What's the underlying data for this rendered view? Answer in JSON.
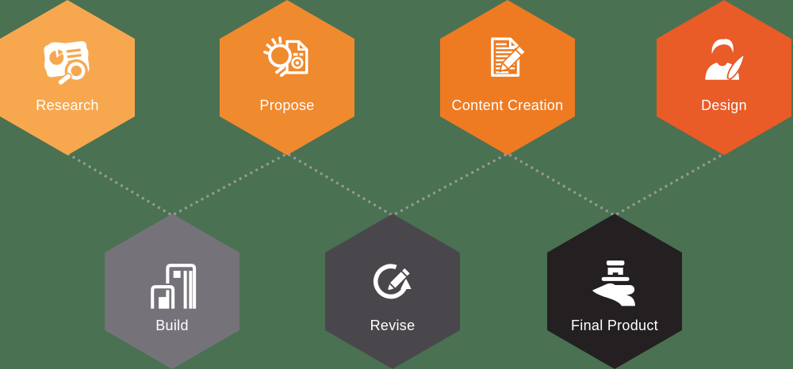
{
  "background_color": "#4a7152",
  "label_color": "#ffffff",
  "connector": {
    "color": "#9b9b9b",
    "style": "dotted",
    "shape": "zigzag",
    "connections": [
      [
        "research",
        "build"
      ],
      [
        "build",
        "propose"
      ],
      [
        "propose",
        "revise"
      ],
      [
        "revise",
        "content-creation"
      ],
      [
        "content-creation",
        "final-product"
      ],
      [
        "final-product",
        "design"
      ]
    ]
  },
  "steps": [
    {
      "id": "research",
      "label": "Research",
      "color": "#f7a84f",
      "row": "top",
      "icon": "research-icon"
    },
    {
      "id": "propose",
      "label": "Propose",
      "color": "#f08a2e",
      "row": "top",
      "icon": "propose-icon"
    },
    {
      "id": "content-creation",
      "label": "Content Creation",
      "color": "#ee7b22",
      "row": "top",
      "icon": "content-creation-icon"
    },
    {
      "id": "design",
      "label": "Design",
      "color": "#e95b27",
      "row": "top",
      "icon": "design-icon"
    },
    {
      "id": "build",
      "label": "Build",
      "color": "#757379",
      "row": "bottom",
      "icon": "build-icon"
    },
    {
      "id": "revise",
      "label": "Revise",
      "color": "#4a474c",
      "row": "bottom",
      "icon": "revise-icon"
    },
    {
      "id": "final-product",
      "label": "Final Product",
      "color": "#242021",
      "row": "bottom",
      "icon": "final-product-icon"
    }
  ]
}
